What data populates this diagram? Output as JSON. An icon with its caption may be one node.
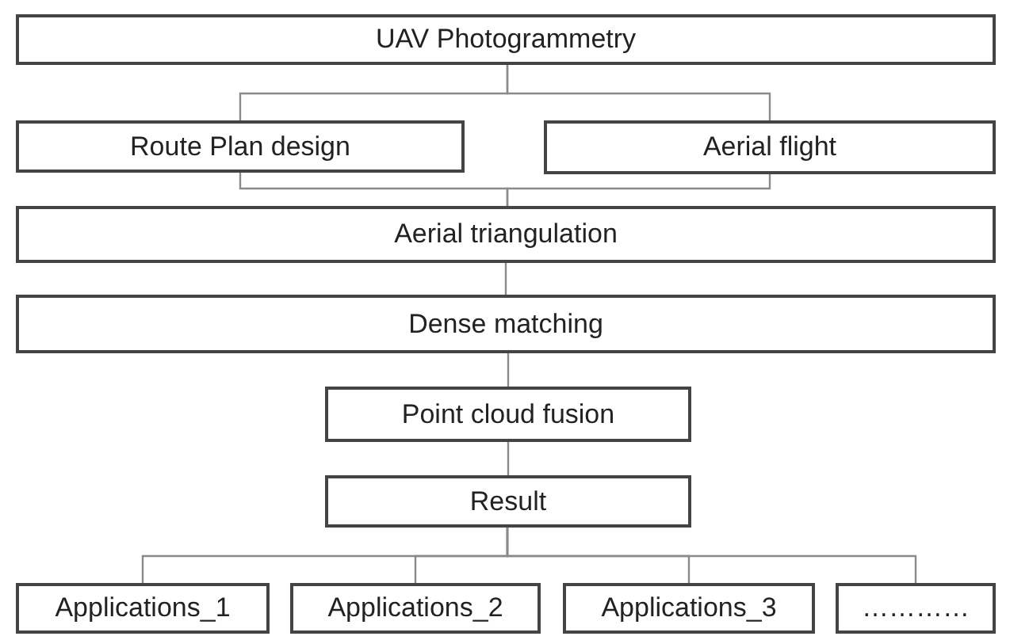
{
  "diagram": {
    "nodes": [
      {
        "text": [
          "UAV Photogrammetry"
        ]
      },
      {
        "text": [
          "Route Plan design"
        ]
      },
      {
        "text": [
          "Aerial flight"
        ]
      },
      {
        "text": [
          "Aerial triangulation"
        ]
      },
      {
        "text": [
          "Dense matching"
        ]
      },
      {
        "text": [
          "Point cloud fusion"
        ]
      },
      {
        "text": [
          "Result"
        ]
      },
      {
        "text": [
          "Applications_1"
        ]
      },
      {
        "text": [
          "Applications_2"
        ]
      },
      {
        "text": [
          "Applications_3"
        ]
      },
      {
        "text": [
          "…………"
        ]
      }
    ],
    "edges": [
      {
        "from": 0,
        "to": 1,
        "arrow": "none"
      },
      {
        "from": 0,
        "to": 2,
        "arrow": "none"
      },
      {
        "from": 1,
        "to": 3,
        "arrow": "none"
      },
      {
        "from": 2,
        "to": 3,
        "arrow": "none"
      },
      {
        "from": 3,
        "to": 4,
        "arrow": "none"
      },
      {
        "from": 4,
        "to": 5,
        "arrow": "none"
      },
      {
        "from": 5,
        "to": 6,
        "arrow": "none"
      },
      {
        "from": 6,
        "to": 7,
        "arrow": "none"
      },
      {
        "from": 6,
        "to": 8,
        "arrow": "none"
      },
      {
        "from": 6,
        "to": 9,
        "arrow": "none"
      },
      {
        "from": 6,
        "to": 10,
        "arrow": "none"
      }
    ]
  }
}
